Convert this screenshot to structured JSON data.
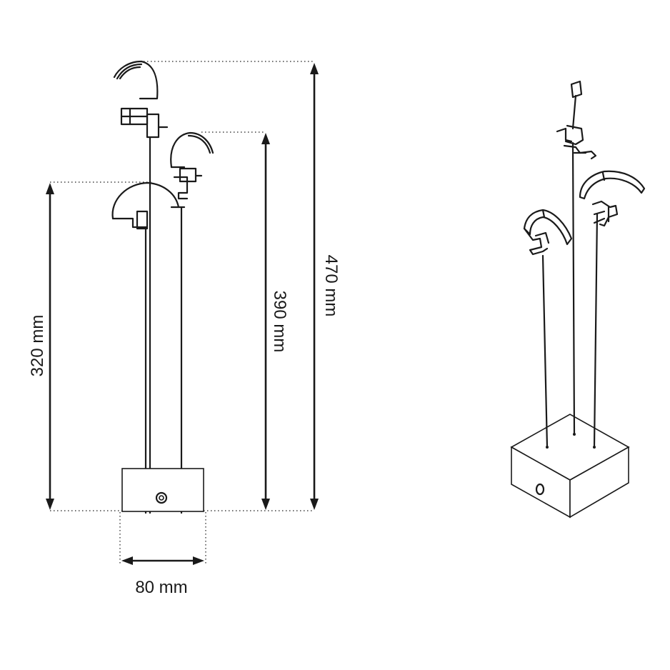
{
  "dimensions": {
    "width_label": "80 mm",
    "height_short_label": "320 mm",
    "height_mid_label": "390 mm",
    "height_tall_label": "470 mm"
  },
  "colors": {
    "ink": "#1a1a1a",
    "background": "#ffffff"
  }
}
